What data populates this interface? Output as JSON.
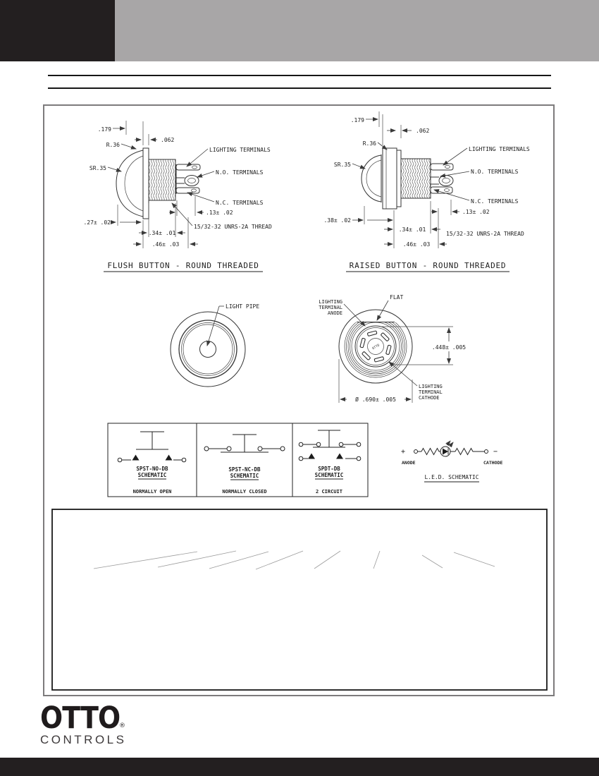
{
  "colors": {
    "header_black": "#231f20",
    "header_gray": "#a8a6a7",
    "ink": "#1c1c1c",
    "drawing_line": "#3a3a3a",
    "faint_line": "#9b9b9b"
  },
  "flush": {
    "title": "FLUSH BUTTON - ROUND THREADED",
    "dim_179": ".179",
    "dim_062": ".062",
    "radius": "R.36",
    "sphere_radius": "SR.35",
    "dim_depth": ".27± .02",
    "dim_thread_len": ".34± .01",
    "dim_body_len": ".46± .03",
    "dim_terminal": ".13± .02",
    "thread_note": "15/32-32 UNRS-2A THREAD",
    "lighting_terminals": "LIGHTING TERMINALS",
    "no_terminals": "N.O. TERMINALS",
    "nc_terminals": "N.C. TERMINALS"
  },
  "raised": {
    "title": "RAISED BUTTON - ROUND THREADED",
    "dim_179": ".179",
    "dim_062": ".062",
    "radius": "R.36",
    "sphere_radius": "SR.35",
    "dim_height": ".38± .02",
    "dim_thread_len": ".34± .01",
    "dim_body_len": ".46± .03",
    "dim_terminal": ".13± .02",
    "thread_note": "15/32-32 UNRS-2A THREAD",
    "lighting_terminals": "LIGHTING TERMINALS",
    "no_terminals": "N.O. TERMINALS",
    "nc_terminals": "N.C. TERMINALS"
  },
  "front_view": {
    "light_pipe": "LIGHT PIPE"
  },
  "back_view": {
    "flat": "FLAT",
    "anode_l1": "LIGHTING",
    "anode_l2": "TERMINAL",
    "anode_l3": "ANODE",
    "cathode_l1": "LIGHTING",
    "cathode_l2": "TERMINAL",
    "cathode_l3": "CATHODE",
    "dim_height": ".448± .005",
    "dim_diameter": "Ø .690± .005",
    "center_mark": "OTTO"
  },
  "schematics": [
    {
      "line1": "SPST-NO-DB",
      "line2": "SCHEMATIC",
      "caption": "NORMALLY OPEN"
    },
    {
      "line1": "SPST-NC-DB",
      "line2": "SCHEMATIC",
      "caption": "NORMALLY CLOSED"
    },
    {
      "line1": "SPDT-DB",
      "line2": "SCHEMATIC",
      "caption": "2 CIRCUIT"
    }
  ],
  "led": {
    "plus": "+",
    "minus": "−",
    "anode": "ANODE",
    "cathode": "CATHODE",
    "title": "L.E.D. SCHEMATIC"
  },
  "logo": {
    "brand": "OTTO",
    "registered": "®",
    "subtitle": "CONTROLS"
  }
}
